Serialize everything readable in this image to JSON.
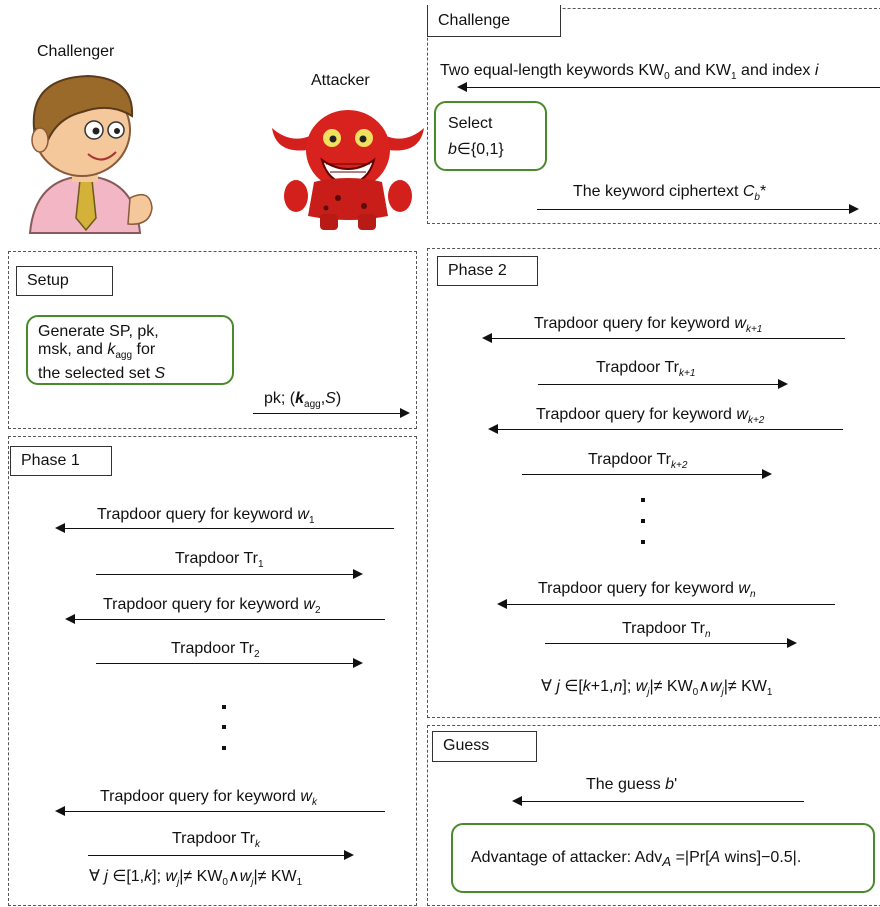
{
  "actors": {
    "challenger": "Challenger",
    "attacker": "Attacker"
  },
  "setup": {
    "title": "Setup",
    "generate": [
      "Generate SP, pk,",
      "msk, and ",
      "k",
      "agg",
      " for",
      "the selected set ",
      "S"
    ],
    "send_prefix": "pk; (",
    "send_k": "k",
    "send_sub": "agg",
    "send_suffix": ",",
    "send_s": "S",
    "send_close": ")"
  },
  "phase1": {
    "title": "Phase 1",
    "q_prefix": "Trapdoor query for keyword ",
    "q_var": "w",
    "tr_prefix": "Trapdoor Tr",
    "subs": [
      "1",
      "1",
      "2",
      "2",
      "k",
      "k"
    ],
    "constraint": [
      "∀ ",
      "j",
      " ∈[1,",
      "k",
      "]; ",
      "w",
      "j",
      "|≠ KW",
      "0",
      "∧",
      "w",
      "j",
      "|≠ KW",
      "1"
    ]
  },
  "challenge": {
    "title": "Challenge",
    "keywords": [
      "Two equal-length keywords KW",
      "0",
      " and KW",
      "1",
      " and index ",
      "i"
    ],
    "select": "Select",
    "b_set": [
      "b",
      "∈{0,1}"
    ],
    "ciphertext": [
      "The keyword ciphertext ",
      "C",
      "b",
      "*"
    ]
  },
  "phase2": {
    "title": "Phase 2",
    "q_prefix": "Trapdoor query for keyword ",
    "q_var": "w",
    "tr_prefix": "Trapdoor Tr",
    "subs": [
      "k+1",
      "k+1",
      "k+2",
      "k+2",
      "n",
      "n"
    ],
    "constraint": [
      "∀ ",
      "j",
      " ∈[",
      "k",
      "+1,",
      "n",
      "]; ",
      "w",
      "j",
      "|≠ KW",
      "0",
      "∧",
      "w",
      "j",
      "|≠ KW",
      "1"
    ]
  },
  "guess": {
    "title": "Guess",
    "guess_text": [
      "The guess ",
      "b",
      "'"
    ],
    "advantage": [
      "Advantage of attacker: Adv",
      "A",
      " =|Pr[",
      "A",
      " wins]−0.5|."
    ]
  },
  "colors": {
    "rounded_box_border": "#4a8a2a",
    "arrow": "#111111"
  }
}
